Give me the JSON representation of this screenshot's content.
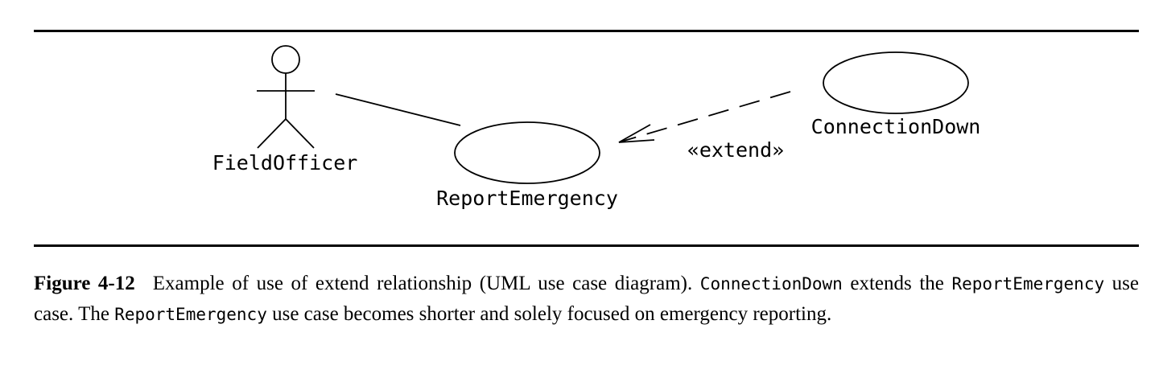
{
  "diagram": {
    "actor": {
      "name": "FieldOfficer"
    },
    "use_cases": {
      "report_emergency": "ReportEmergency",
      "connection_down": "ConnectionDown"
    },
    "extend_label": "«extend»"
  },
  "caption": {
    "figure_number": "Figure 4-12",
    "part1": "Example of use of extend relationship (UML use case diagram). ",
    "code1": "ConnectionDown",
    "part2": " extends the ",
    "code2": "ReportEmergency",
    "part3": " use case. The ",
    "code3": "ReportEmergency",
    "part4": " use case becomes shorter and solely focused on emergency reporting."
  }
}
